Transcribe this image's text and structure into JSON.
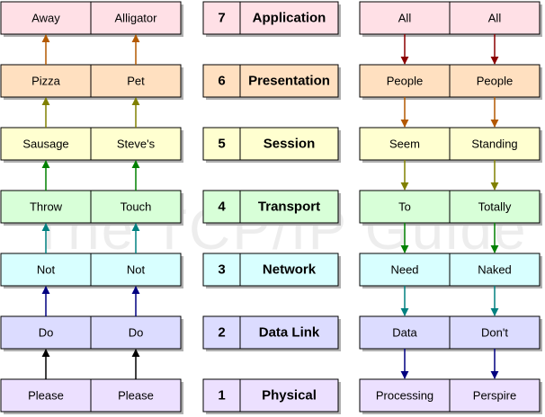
{
  "watermark": "The TCP/IP Guide",
  "layers": [
    {
      "num": "7",
      "name": "Application",
      "left": [
        "Away",
        "Alligator"
      ],
      "right": [
        "All",
        "All"
      ],
      "fill": "#ffe0e6",
      "arrow": "#8b0000"
    },
    {
      "num": "6",
      "name": "Presentation",
      "left": [
        "Pizza",
        "Pet"
      ],
      "right": [
        "People",
        "People"
      ],
      "fill": "#ffe0c0",
      "arrow": "#b35900"
    },
    {
      "num": "5",
      "name": "Session",
      "left": [
        "Sausage",
        "Steve's"
      ],
      "right": [
        "Seem",
        "Standing"
      ],
      "fill": "#ffffd0",
      "arrow": "#808000"
    },
    {
      "num": "4",
      "name": "Transport",
      "left": [
        "Throw",
        "Touch"
      ],
      "right": [
        "To",
        "Totally"
      ],
      "fill": "#d8ffd8",
      "arrow": "#008000"
    },
    {
      "num": "3",
      "name": "Network",
      "left": [
        "Not",
        "Not"
      ],
      "right": [
        "Need",
        "Naked"
      ],
      "fill": "#d8ffff",
      "arrow": "#008080"
    },
    {
      "num": "2",
      "name": "Data Link",
      "left": [
        "Do",
        "Do"
      ],
      "right": [
        "Data",
        "Don't"
      ],
      "fill": "#dcdcff",
      "arrow": "#000080"
    },
    {
      "num": "1",
      "name": "Physical",
      "left": [
        "Please",
        "Please"
      ],
      "right": [
        "Processing",
        "Perspire"
      ],
      "fill": "#ece0ff",
      "arrow": "#000000"
    }
  ]
}
